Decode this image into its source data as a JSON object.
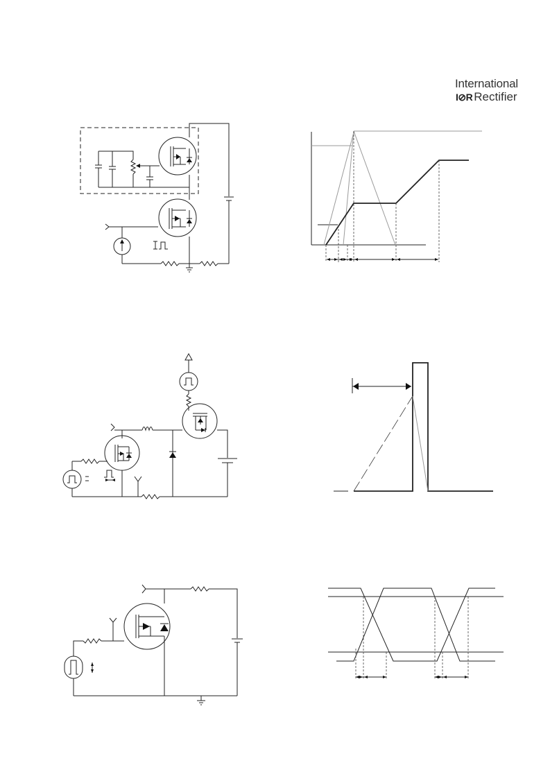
{
  "header": {
    "brand_line1": "International",
    "brand_logo_mark": "I⊘R",
    "brand_line2": "Rectifier"
  },
  "icons": {
    "mosfet": "mosfet-symbol-icon",
    "resistor": "resistor-icon",
    "battery": "battery-icon",
    "ground": "ground-icon",
    "pulse_source": "pulse-source-icon",
    "current_source": "current-source-icon",
    "inductor": "inductor-icon",
    "diode": "diode-icon"
  },
  "colors": {
    "line": "#222222",
    "guide": "#9a9a9a",
    "background": "#ffffff"
  }
}
